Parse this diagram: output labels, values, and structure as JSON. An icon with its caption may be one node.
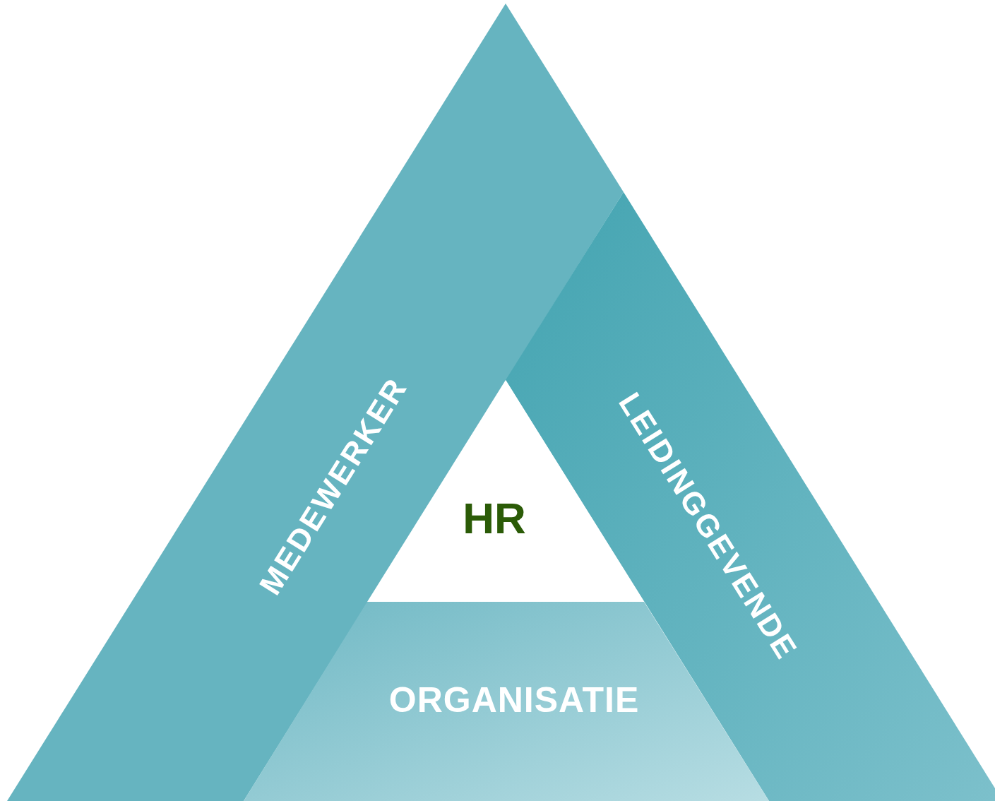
{
  "diagram": {
    "nodes": [
      {
        "text": [
          "MEDEWERKER"
        ]
      },
      {
        "text": [
          "LEIDINGGEVENDE"
        ]
      },
      {
        "text": [
          "ORGANISATIE"
        ]
      },
      {
        "text": [
          "HR"
        ]
      }
    ]
  }
}
